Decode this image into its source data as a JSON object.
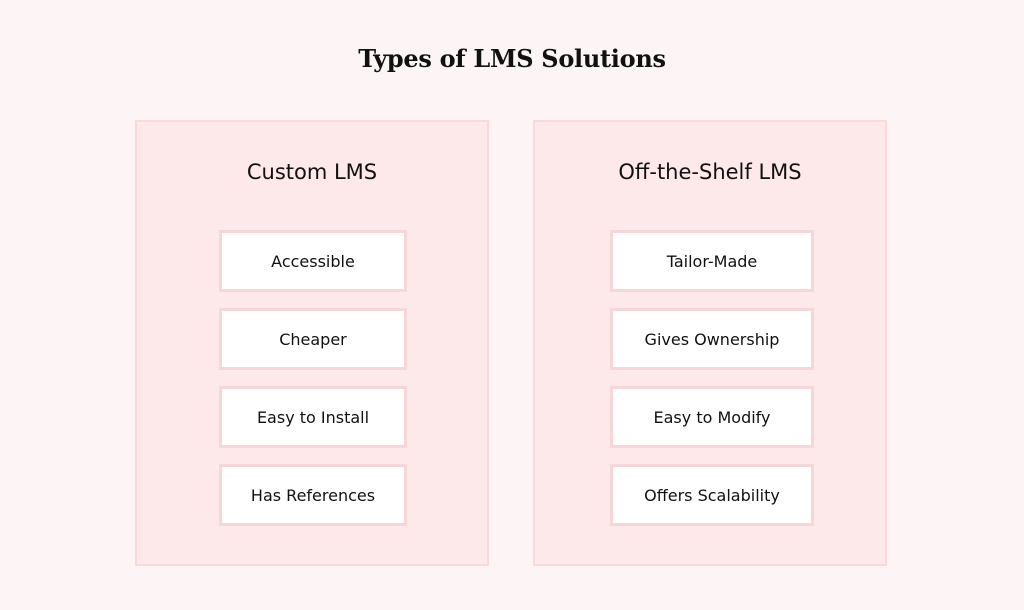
{
  "title": "Types of LMS Solutions",
  "panels": [
    {
      "heading": "Custom LMS",
      "items": [
        "Accessible",
        "Cheaper",
        "Easy to Install",
        "Has References"
      ]
    },
    {
      "heading": "Off-the-Shelf LMS",
      "items": [
        "Tailor-Made",
        "Gives Ownership",
        "Easy to Modify",
        "Offers Scalability"
      ]
    }
  ],
  "colors": {
    "background": "#fdf5f5",
    "panel_fill": "#fde8ea",
    "panel_border": "#f8d9dc",
    "item_fill": "#ffffff",
    "item_border": "#f6d6d9"
  }
}
